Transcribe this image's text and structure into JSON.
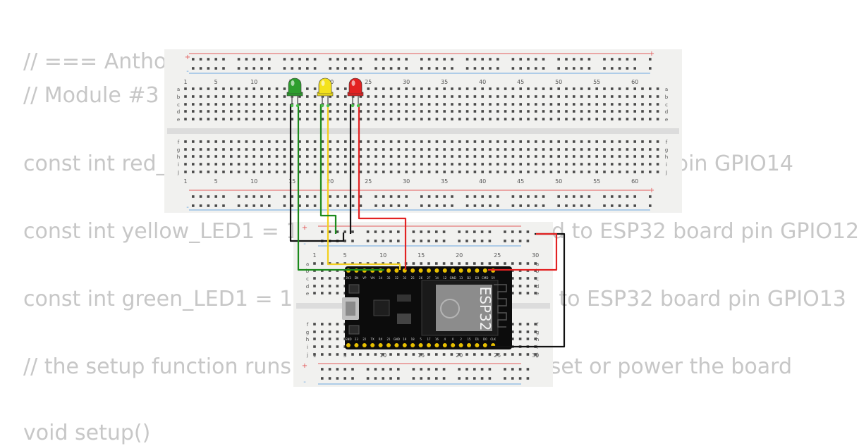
{
  "code": {
    "lines": [
      "// === Anthony Tan ===",
      "// Module #3",
      "const int red_LED1 = 14; // red LED1 is wired to ESP32 board pin GPIO14",
      "const int yellow_LED1 = 12; // yellow LED1 is wired to ESP32 board pin GPIO12",
      "const int green_LED1 = 13; // green LED1 is wired to ESP32 board pin GPIO13",
      "// the setup function runs once when you press reset or power the board",
      "void setup()"
    ]
  },
  "breadboard_top": {
    "column_numbers": [
      "1",
      "5",
      "10",
      "15",
      "20",
      "25",
      "30",
      "35",
      "40",
      "45",
      "50",
      "55",
      "60"
    ],
    "row_letters_top": [
      "a",
      "b",
      "c",
      "d",
      "e"
    ],
    "row_letters_bottom": [
      "f",
      "g",
      "h",
      "i",
      "j"
    ],
    "plus_sign": "+",
    "minus_sign": "-"
  },
  "breadboard_bottom": {
    "column_numbers": [
      "1",
      "5",
      "10",
      "15",
      "20",
      "25",
      "30"
    ],
    "row_letters_top": [
      "a",
      "b",
      "c",
      "d",
      "e"
    ],
    "row_letters_bottom": [
      "f",
      "g",
      "h",
      "i",
      "j"
    ]
  },
  "leds": [
    {
      "name": "green LED",
      "color": "#2e9e2e"
    },
    {
      "name": "yellow LED",
      "color": "#f4e21c"
    },
    {
      "name": "red LED",
      "color": "#e32222"
    }
  ],
  "esp32": {
    "module_label": "ESP32",
    "top_pins": [
      "3V3",
      "EN",
      "VP",
      "VN",
      "34",
      "35",
      "32",
      "33",
      "25",
      "26",
      "27",
      "14",
      "12",
      "GND",
      "13",
      "D2",
      "D3",
      "CMD",
      "5V"
    ],
    "bottom_pins": [
      "GND",
      "23",
      "22",
      "TX",
      "RX",
      "21",
      "GND",
      "19",
      "18",
      "5",
      "17",
      "16",
      "4",
      "0",
      "2",
      "15",
      "D1",
      "D0",
      "CLK"
    ]
  },
  "colors": {
    "board": "#f1f1ef",
    "hole": "#4a4a4a",
    "wire_black": "#111111",
    "wire_green": "#1c8a1c",
    "wire_yellow": "#f3d01e",
    "wire_red": "#e22222",
    "rail_red": "#e35b5b",
    "rail_blue": "#6aa7e0"
  }
}
